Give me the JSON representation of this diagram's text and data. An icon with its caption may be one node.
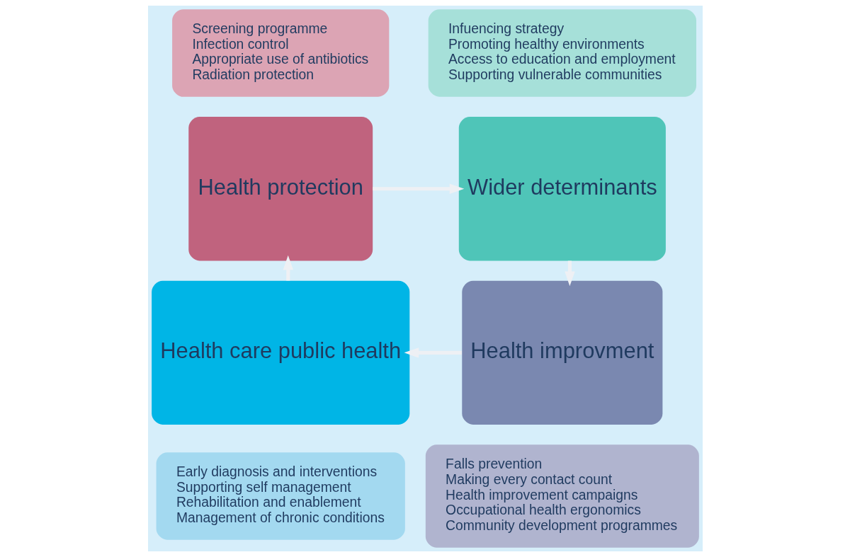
{
  "diagram": {
    "nodes": [
      {
        "text": [
          "Screening programme",
          "Infection control",
          "Appropriate use of antibiotics",
          "Radiation protection"
        ]
      },
      {
        "text": [
          "Infuencing strategy",
          "Promoting healthy environments",
          "Access to education and employment",
          "Supporting vulnerable communities"
        ]
      },
      {
        "text": [
          "Health protection"
        ]
      },
      {
        "text": [
          "Wider determinants"
        ]
      },
      {
        "text": [
          "Health care public health"
        ]
      },
      {
        "text": [
          "Health improvment"
        ]
      },
      {
        "text": [
          "Early diagnosis and interventions",
          "Supporting self management",
          "Rehabilitation and enablement",
          "Management of chronic conditions"
        ]
      },
      {
        "text": [
          "Falls prevention",
          "Making every contact count",
          "Health improvement campaigns",
          "Occupational health ergonomics",
          "Community development programmes"
        ]
      }
    ],
    "edges": [
      {
        "from": 2,
        "to": 3,
        "arrow": "to"
      },
      {
        "from": 3,
        "to": 5,
        "arrow": "to"
      },
      {
        "from": 5,
        "to": 4,
        "arrow": "to"
      },
      {
        "from": 4,
        "to": 2,
        "arrow": "to"
      }
    ]
  }
}
